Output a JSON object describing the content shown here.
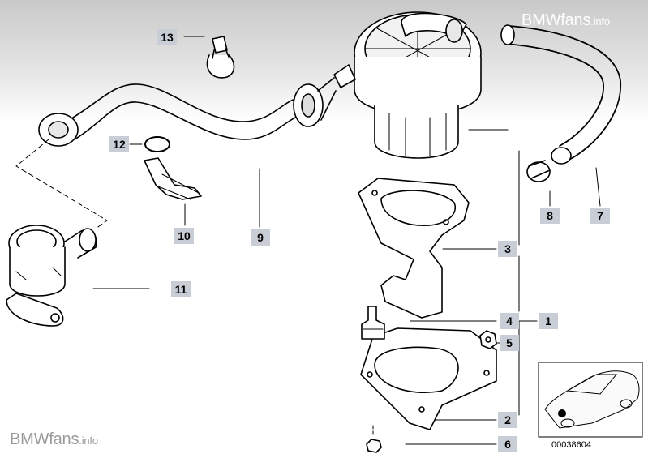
{
  "watermark_top": {
    "main": "BMWfans",
    "suffix": ".info"
  },
  "watermark_bottom": {
    "main": "BMWfans",
    "suffix": ".info"
  },
  "callouts": {
    "c1": "1",
    "c2": "2",
    "c3": "3",
    "c4": "4",
    "c5": "5",
    "c6": "6",
    "c7": "7",
    "c8": "8",
    "c9": "9",
    "c10": "10",
    "c11": "11",
    "c12": "12",
    "c13": "13"
  },
  "reference_number": "00038604"
}
